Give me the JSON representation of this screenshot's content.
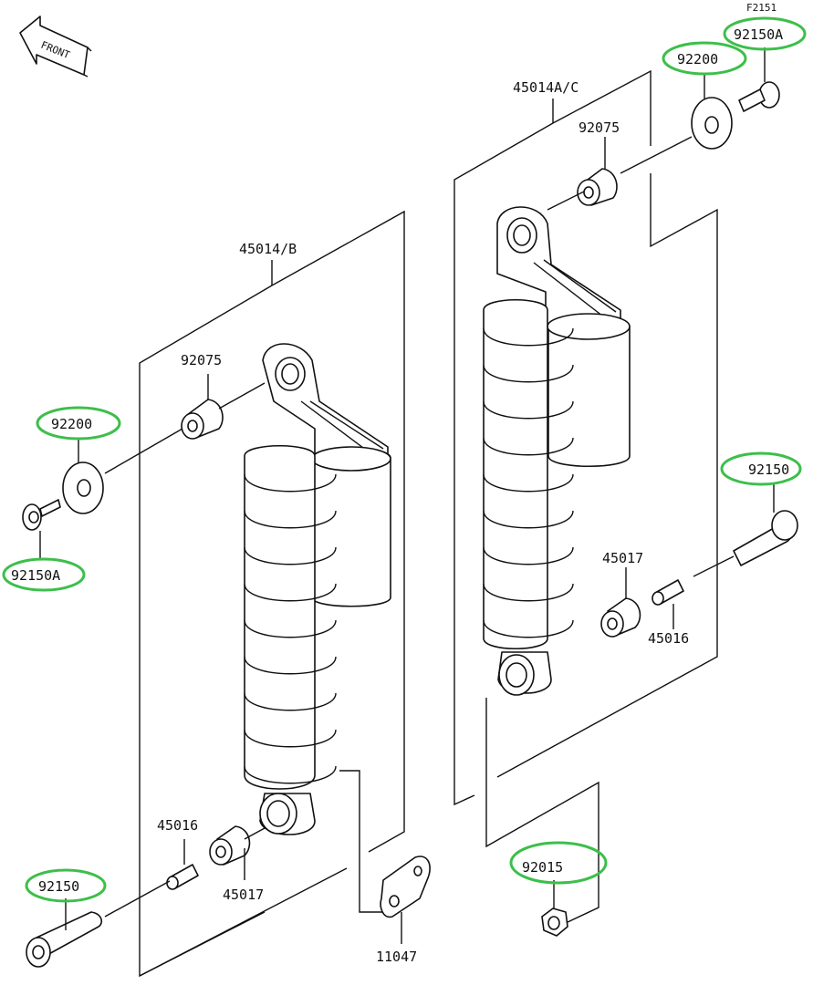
{
  "figure_code": "F2151",
  "front_label": "FRONT",
  "colors": {
    "highlight": "#3cbf4a",
    "line": "#111111"
  },
  "labels": {
    "left_shock": "45014/B",
    "right_shock": "45014A/C",
    "left_bushing_top": "92075",
    "right_bushing_top": "92075",
    "left_washer": "92200",
    "right_washer": "92200",
    "left_bolt_top": "92150A",
    "right_bolt_top": "92150A",
    "left_collar": "45016",
    "right_collar": "45016",
    "left_bushing_bottom": "45017",
    "right_bushing_bottom": "45017",
    "left_bolt_bottom": "92150",
    "right_bolt_bottom": "92150",
    "bracket": "11047",
    "nut": "92015"
  },
  "highlighted": [
    "left_washer",
    "left_bolt_top",
    "left_bolt_bottom",
    "right_washer",
    "right_bolt_top",
    "right_bolt_bottom",
    "nut"
  ]
}
